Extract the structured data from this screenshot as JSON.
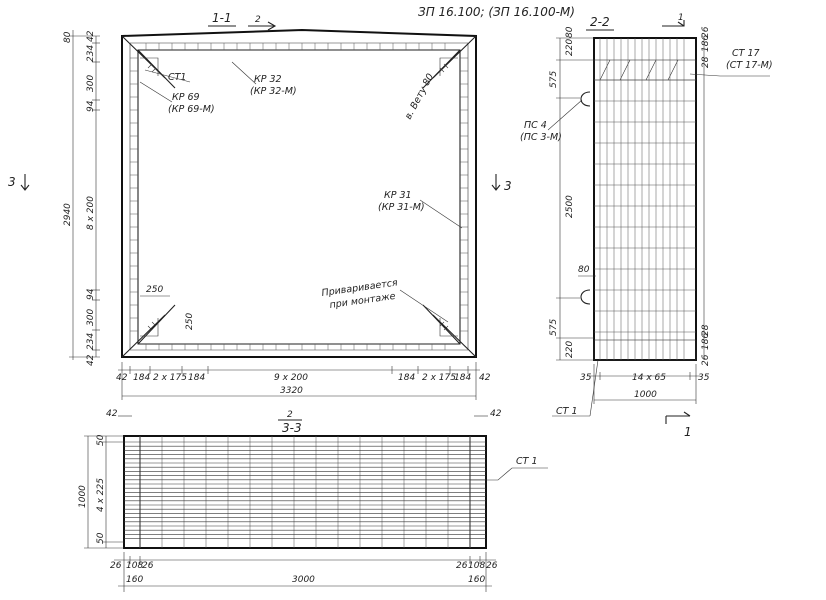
{
  "header": {
    "code": "ЗП 16.100; (ЗП 16.100-М)"
  },
  "section_1": {
    "title": "1-1",
    "arrow_mark": "2",
    "labels": {
      "st1": "СТ1",
      "kp32": "КР 32",
      "kp32m": "(КР 32-М)",
      "kp69": "КР 69",
      "kp69m": "(КР 69-М)",
      "weld": "в. Вету 80",
      "kp31": "КР 31",
      "kp31m": "(КР 31-М)",
      "mount1": "Приваривается",
      "mount2": "при монтаже",
      "d250a": "250",
      "d250b": "250"
    },
    "left_dims": [
      "80",
      "42",
      "234",
      "300",
      "94",
      "8 x 200",
      "2940",
      "94",
      "300",
      "234",
      "42"
    ],
    "bottom_dims": [
      "42",
      "184",
      "2 x 175",
      "184",
      "9 x 200",
      "184",
      "2 x 175",
      "184",
      "42"
    ],
    "total": "3320",
    "section_mark": "3"
  },
  "section_2": {
    "title": "2-2",
    "arrow_mark": "1",
    "top_dims": [
      "220",
      "80",
      "28",
      "186",
      "26"
    ],
    "left_dims": [
      "575",
      "2500",
      "575",
      "220"
    ],
    "st17": "СТ 17",
    "st17m": "(СТ 17-М)",
    "ps4": "ПС 4",
    "ps3m": "(ПС 3-М)",
    "dim80": "80",
    "bottom_dims": [
      "35",
      "14 x 65",
      "35"
    ],
    "right_bottom": [
      "26",
      "186",
      "28"
    ],
    "total": "1000",
    "st1": "СТ 1",
    "mark": "1"
  },
  "section_3": {
    "title": "3-3",
    "arrow_mark": "2",
    "top_dims": [
      "42",
      "42"
    ],
    "left_dims": [
      "50",
      "4 x 225",
      "1000",
      "50"
    ],
    "bottom_dims": [
      "26",
      "108",
      "26",
      "26",
      "108",
      "26"
    ],
    "bottom2": [
      "160",
      "3000",
      "160"
    ],
    "st1": "СТ 1"
  }
}
